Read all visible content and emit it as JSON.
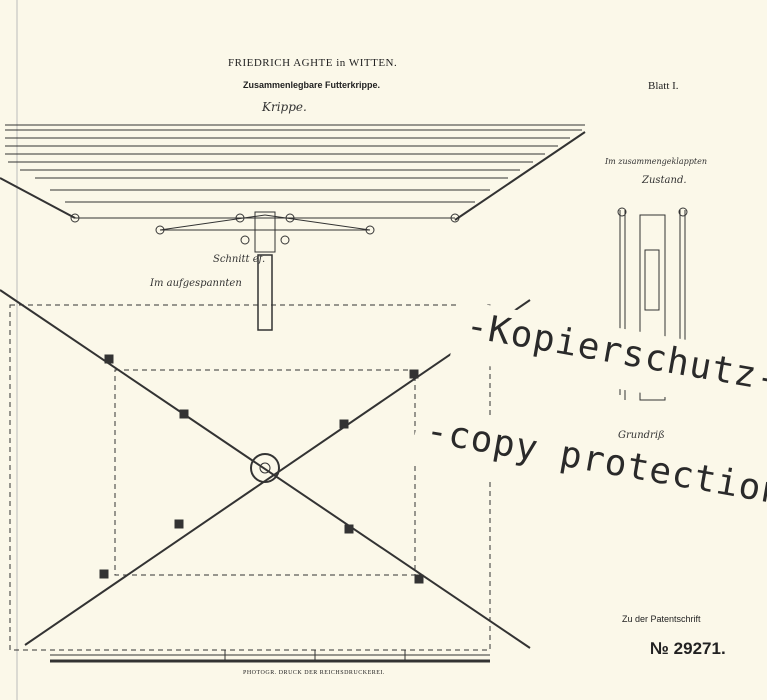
{
  "header": {
    "inventor": "FRIEDRICH AGHTE in WITTEN.",
    "title": "Zusammenlegbare Futterkrippe.",
    "sheet": "Blatt I."
  },
  "labels": {
    "krippe": "Krippe.",
    "schnitt": "Schnitt ef.",
    "aufgespannt": "Im aufgespannten",
    "zusammengeklappt": "Im zusammengeklappten",
    "zustand": "Zustand.",
    "grundriss": "Grundriß"
  },
  "footer": {
    "patent_ref": "Zu der Patentschrift",
    "patent_no": "№ 29271.",
    "printer": "PHOTOGR. DRUCK DER REICHSDRUCKEREI."
  },
  "watermark": {
    "line1": "-Kopierschutz-",
    "line2": "-copy protection-"
  }
}
